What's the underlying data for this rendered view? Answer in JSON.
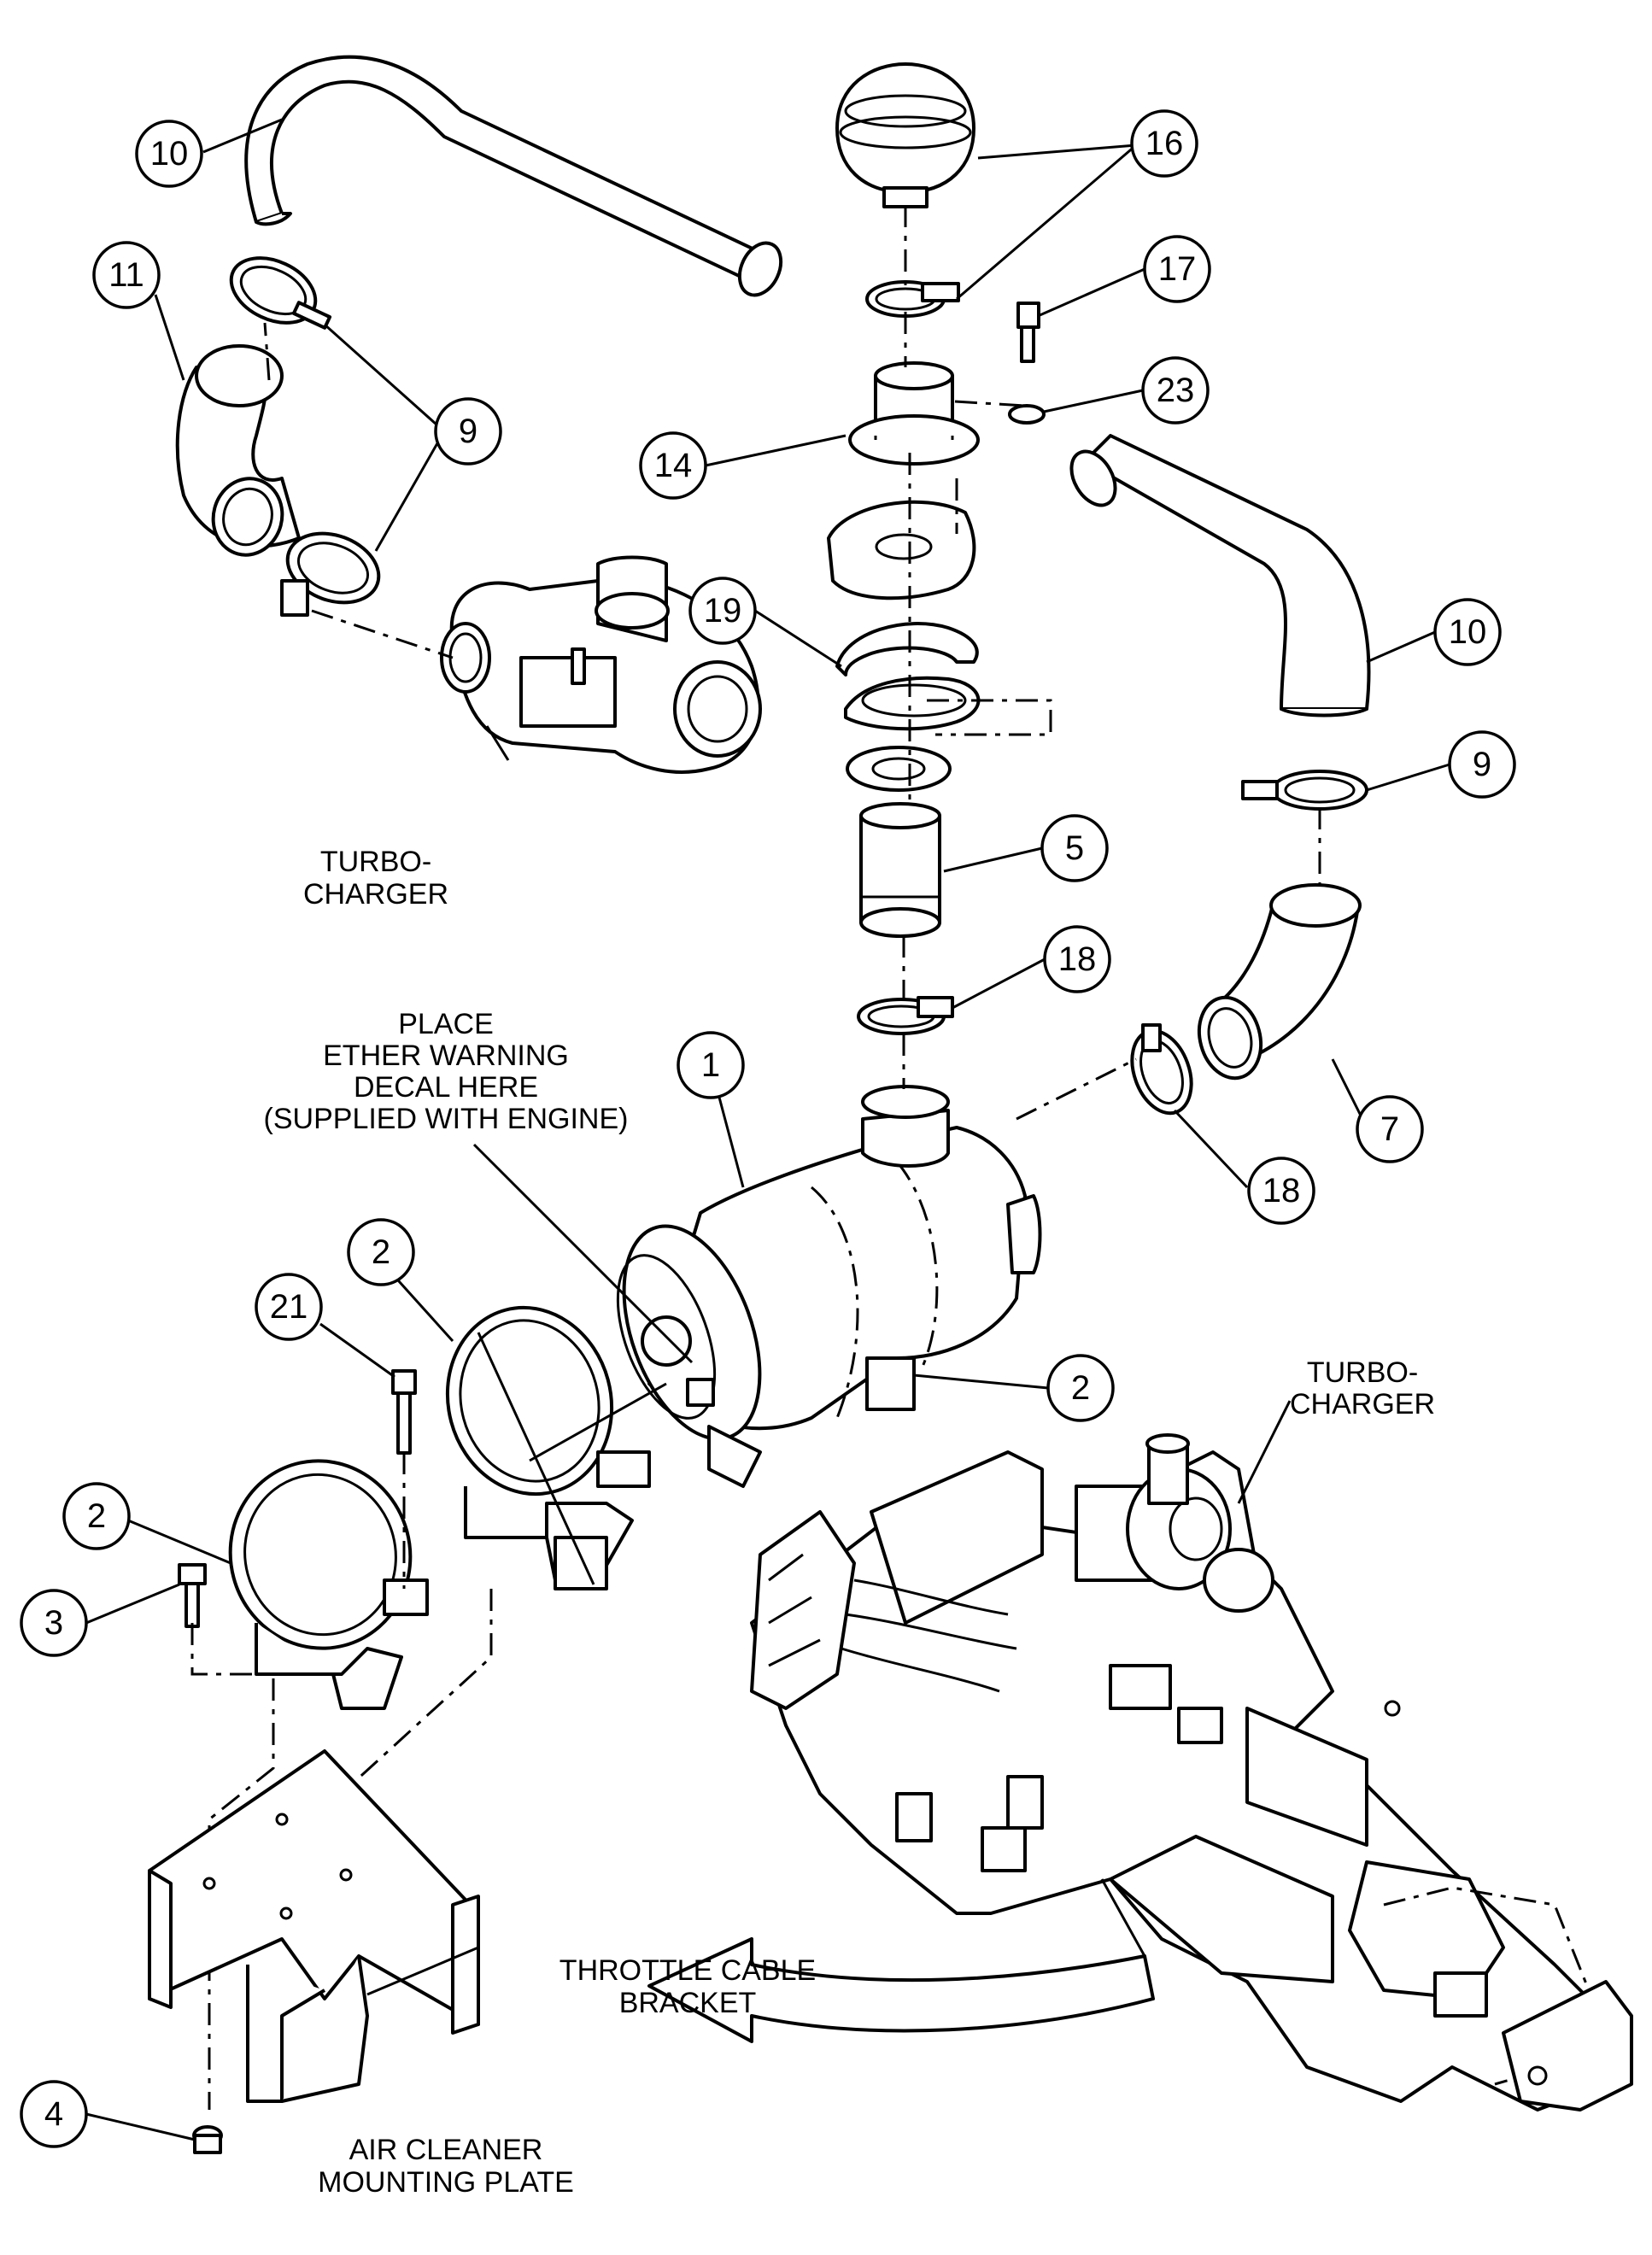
{
  "callouts": [
    {
      "id": "c10a",
      "num": "10"
    },
    {
      "id": "c11",
      "num": "11"
    },
    {
      "id": "c9a",
      "num": "9"
    },
    {
      "id": "c16",
      "num": "16"
    },
    {
      "id": "c17",
      "num": "17"
    },
    {
      "id": "c23",
      "num": "23"
    },
    {
      "id": "c14",
      "num": "14"
    },
    {
      "id": "c19",
      "num": "19"
    },
    {
      "id": "c10b",
      "num": "10"
    },
    {
      "id": "c9b",
      "num": "9"
    },
    {
      "id": "c5",
      "num": "5"
    },
    {
      "id": "c18a",
      "num": "18"
    },
    {
      "id": "c1",
      "num": "1"
    },
    {
      "id": "c7",
      "num": "7"
    },
    {
      "id": "c18b",
      "num": "18"
    },
    {
      "id": "c2a",
      "num": "2"
    },
    {
      "id": "c21",
      "num": "21"
    },
    {
      "id": "c2b",
      "num": "2"
    },
    {
      "id": "c2c",
      "num": "2"
    },
    {
      "id": "c3",
      "num": "3"
    },
    {
      "id": "c4",
      "num": "4"
    }
  ],
  "labels": {
    "turbo_left": [
      "TURBO-",
      "CHARGER"
    ],
    "ether": [
      "PLACE",
      "ETHER WARNING",
      "DECAL HERE",
      "(SUPPLIED WITH ENGINE)"
    ],
    "turbo_right": [
      "TURBO-",
      "CHARGER"
    ],
    "throttle": [
      "THROTTLE CABLE",
      "BRACKET"
    ],
    "plate": [
      "AIR CLEANER",
      "MOUNTING PLATE"
    ]
  }
}
